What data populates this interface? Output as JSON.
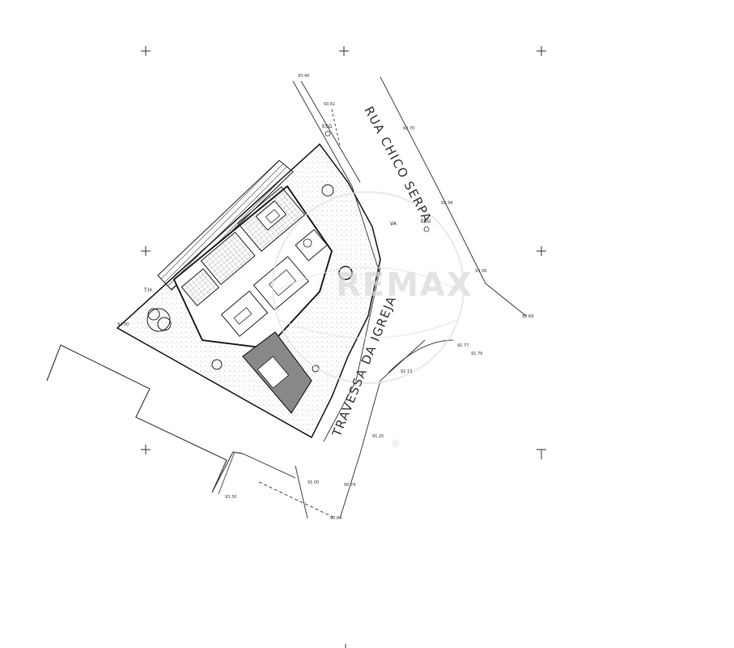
{
  "streets": {
    "rua": "RUA CHICO SERPA",
    "travessa": "TRAVESSA DA IGREJA"
  },
  "labels": {
    "esg_top": "ESG",
    "esg_right": "ESG",
    "th": "T.H.",
    "va": "VA"
  },
  "elevations": [
    "93.40",
    "93.61",
    "92.70",
    "92.34",
    "93.56",
    "92.69",
    "91.77",
    "91.79",
    "92.13",
    "91.25",
    "91.00",
    "90.74",
    "90.84",
    "93.30",
    "94.00"
  ],
  "watermark": {
    "text": "REMAX",
    "registered_mark": "®"
  }
}
